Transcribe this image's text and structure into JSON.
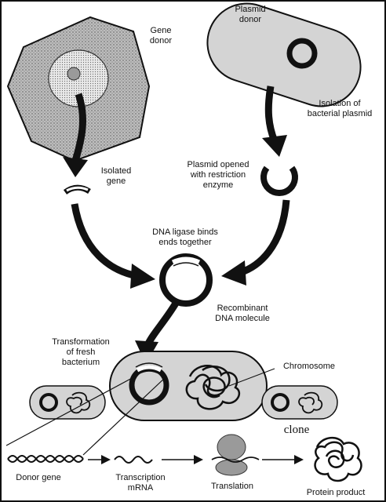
{
  "labels": {
    "gene_donor": "Gene\ndonor",
    "plasmid_donor": "Plasmid\ndonor",
    "isolation_plasmid": "Isolation of\nbacterial plasmid",
    "isolated_gene": "Isolated\ngene",
    "plasmid_opened": "Plasmid opened\nwith restriction\nenzyme",
    "dna_ligase": "DNA ligase binds\nends together",
    "recombinant": "Recombinant\nDNA molecule",
    "transformation": "Transformation\nof fresh\nbacterium",
    "chromosome": "Chromosome",
    "clone": "clone",
    "donor_gene": "Donor gene",
    "transcription": "Transcription\nmRNA",
    "translation": "Translation",
    "protein_product": "Protein product"
  },
  "colors": {
    "ink": "#111111",
    "cell_fill": "#bdbdbd",
    "nucleus_fill": "#eeeeee",
    "bacterium_fill": "#d4d4d4",
    "ribosome_fill": "#9a9a9a"
  }
}
